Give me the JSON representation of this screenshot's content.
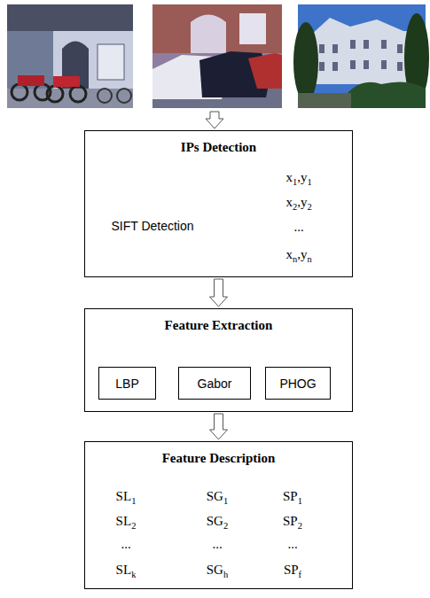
{
  "diagram": {
    "nodes": [
      {
        "text": [
          "IPs Detection"
        ]
      },
      {
        "text": [
          "Feature Extraction"
        ]
      },
      {
        "text": [
          "LBP"
        ],
        "in": 1
      },
      {
        "text": [
          "Gabor"
        ],
        "in": 1
      },
      {
        "text": [
          "PHOG"
        ],
        "in": 1
      },
      {
        "text": [
          "Feature Description"
        ]
      }
    ],
    "edges": [
      {
        "from": 0,
        "to": 1,
        "arrow": "to"
      },
      {
        "from": 1,
        "to": 5,
        "arrow": "to"
      }
    ],
    "labels": [
      "SIFT Detection",
      "x1,y1",
      "x2,y2",
      "...",
      "xn,yn",
      "SL1",
      "SL2",
      "...",
      "SLk",
      "SG1",
      "SG2",
      "...",
      "SGh",
      "SP1",
      "SP2",
      "...",
      "SPf"
    ]
  }
}
